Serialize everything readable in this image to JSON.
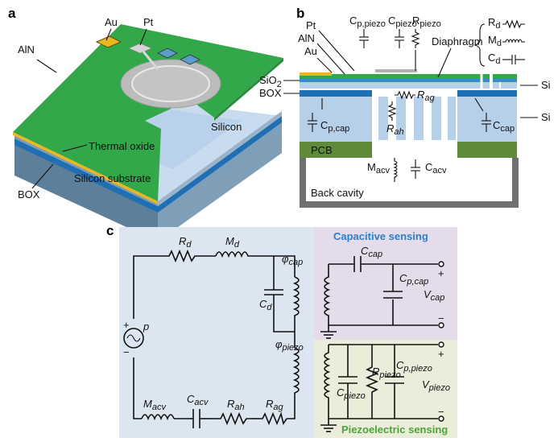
{
  "panels": {
    "a": "a",
    "b": "b",
    "c": "c"
  },
  "panel_a": {
    "labels": {
      "au": "Au",
      "pt": "Pt",
      "aln": "AlN",
      "silicon": "Silicon",
      "thermal_oxide": "Thermal oxide",
      "box": "BOX",
      "substrate": "Silicon substrate"
    }
  },
  "panel_b": {
    "labels": {
      "pt": "Pt",
      "aln": "AlN",
      "au": "Au",
      "sio2_base": "SiO",
      "sio2_sub": "2",
      "box": "BOX",
      "diaphragm": "Diaphragm",
      "si_top": "Si",
      "si_bottom": "Si",
      "pcb": "PCB",
      "back_cavity": "Back cavity"
    },
    "symbols": {
      "c_p_piezo_base": "C",
      "c_p_piezo_sub": "p,piezo",
      "c_piezo_base": "C",
      "c_piezo_sub": "piezo",
      "r_piezo_base": "R",
      "r_piezo_sub": "piezo",
      "r_ag_base": "R",
      "r_ag_sub": "ag",
      "r_ah_base": "R",
      "r_ah_sub": "ah",
      "c_p_cap_base": "C",
      "c_p_cap_sub": "p,cap",
      "c_cap_base": "C",
      "c_cap_sub": "cap",
      "m_acv_base": "M",
      "m_acv_sub": "acv",
      "c_acv_base": "C",
      "c_acv_sub": "acv"
    },
    "legend": {
      "rd_base": "R",
      "rd_sub": "d",
      "md_base": "M",
      "md_sub": "d",
      "cd_base": "C",
      "cd_sub": "d"
    }
  },
  "panel_c": {
    "section_titles": {
      "capacitive": "Capacitive sensing",
      "piezoelectric": "Piezoelectric sensing"
    },
    "source": "p",
    "components": {
      "rd_base": "R",
      "rd_sub": "d",
      "md_base": "M",
      "md_sub": "d",
      "cd_base": "C",
      "cd_sub": "d",
      "macv_base": "M",
      "macv_sub": "acv",
      "cacv_base": "C",
      "cacv_sub": "acv",
      "rah_base": "R",
      "rah_sub": "ah",
      "rag_base": "R",
      "rag_sub": "ag",
      "phicap_base": "φ",
      "phicap_sub": "cap",
      "phipiezo_base": "φ",
      "phipiezo_sub": "piezo",
      "ccap_base": "C",
      "ccap_sub": "cap",
      "cpcap_base": "C",
      "cpcap_sub": "p,cap",
      "vcap_base": "V",
      "vcap_sub": "cap",
      "rpiezo_base": "R",
      "rpiezo_sub": "piezo",
      "cpiezo_base": "C",
      "cpiezo_sub": "piezo",
      "cppiezo_base": "C",
      "cppiezo_sub": "p,piezo",
      "vpiezo_base": "V",
      "vpiezo_sub": "piezo"
    },
    "signs": {
      "plus": "+",
      "minus": "−"
    }
  },
  "colors": {
    "aln_green": "#33a84a",
    "gold": "#e8b820",
    "box_blue": "#1f6fb5",
    "silicon_light": "#b7d0ea",
    "pcb_green": "#5e8a3a",
    "cavity_gray": "#6f6f6f",
    "bg_blue": "#dbe6f1",
    "bg_purple": "#e4dcea",
    "bg_green": "#e9edd9",
    "title_blue": "#2f7fc4",
    "title_green": "#4ea43a"
  }
}
